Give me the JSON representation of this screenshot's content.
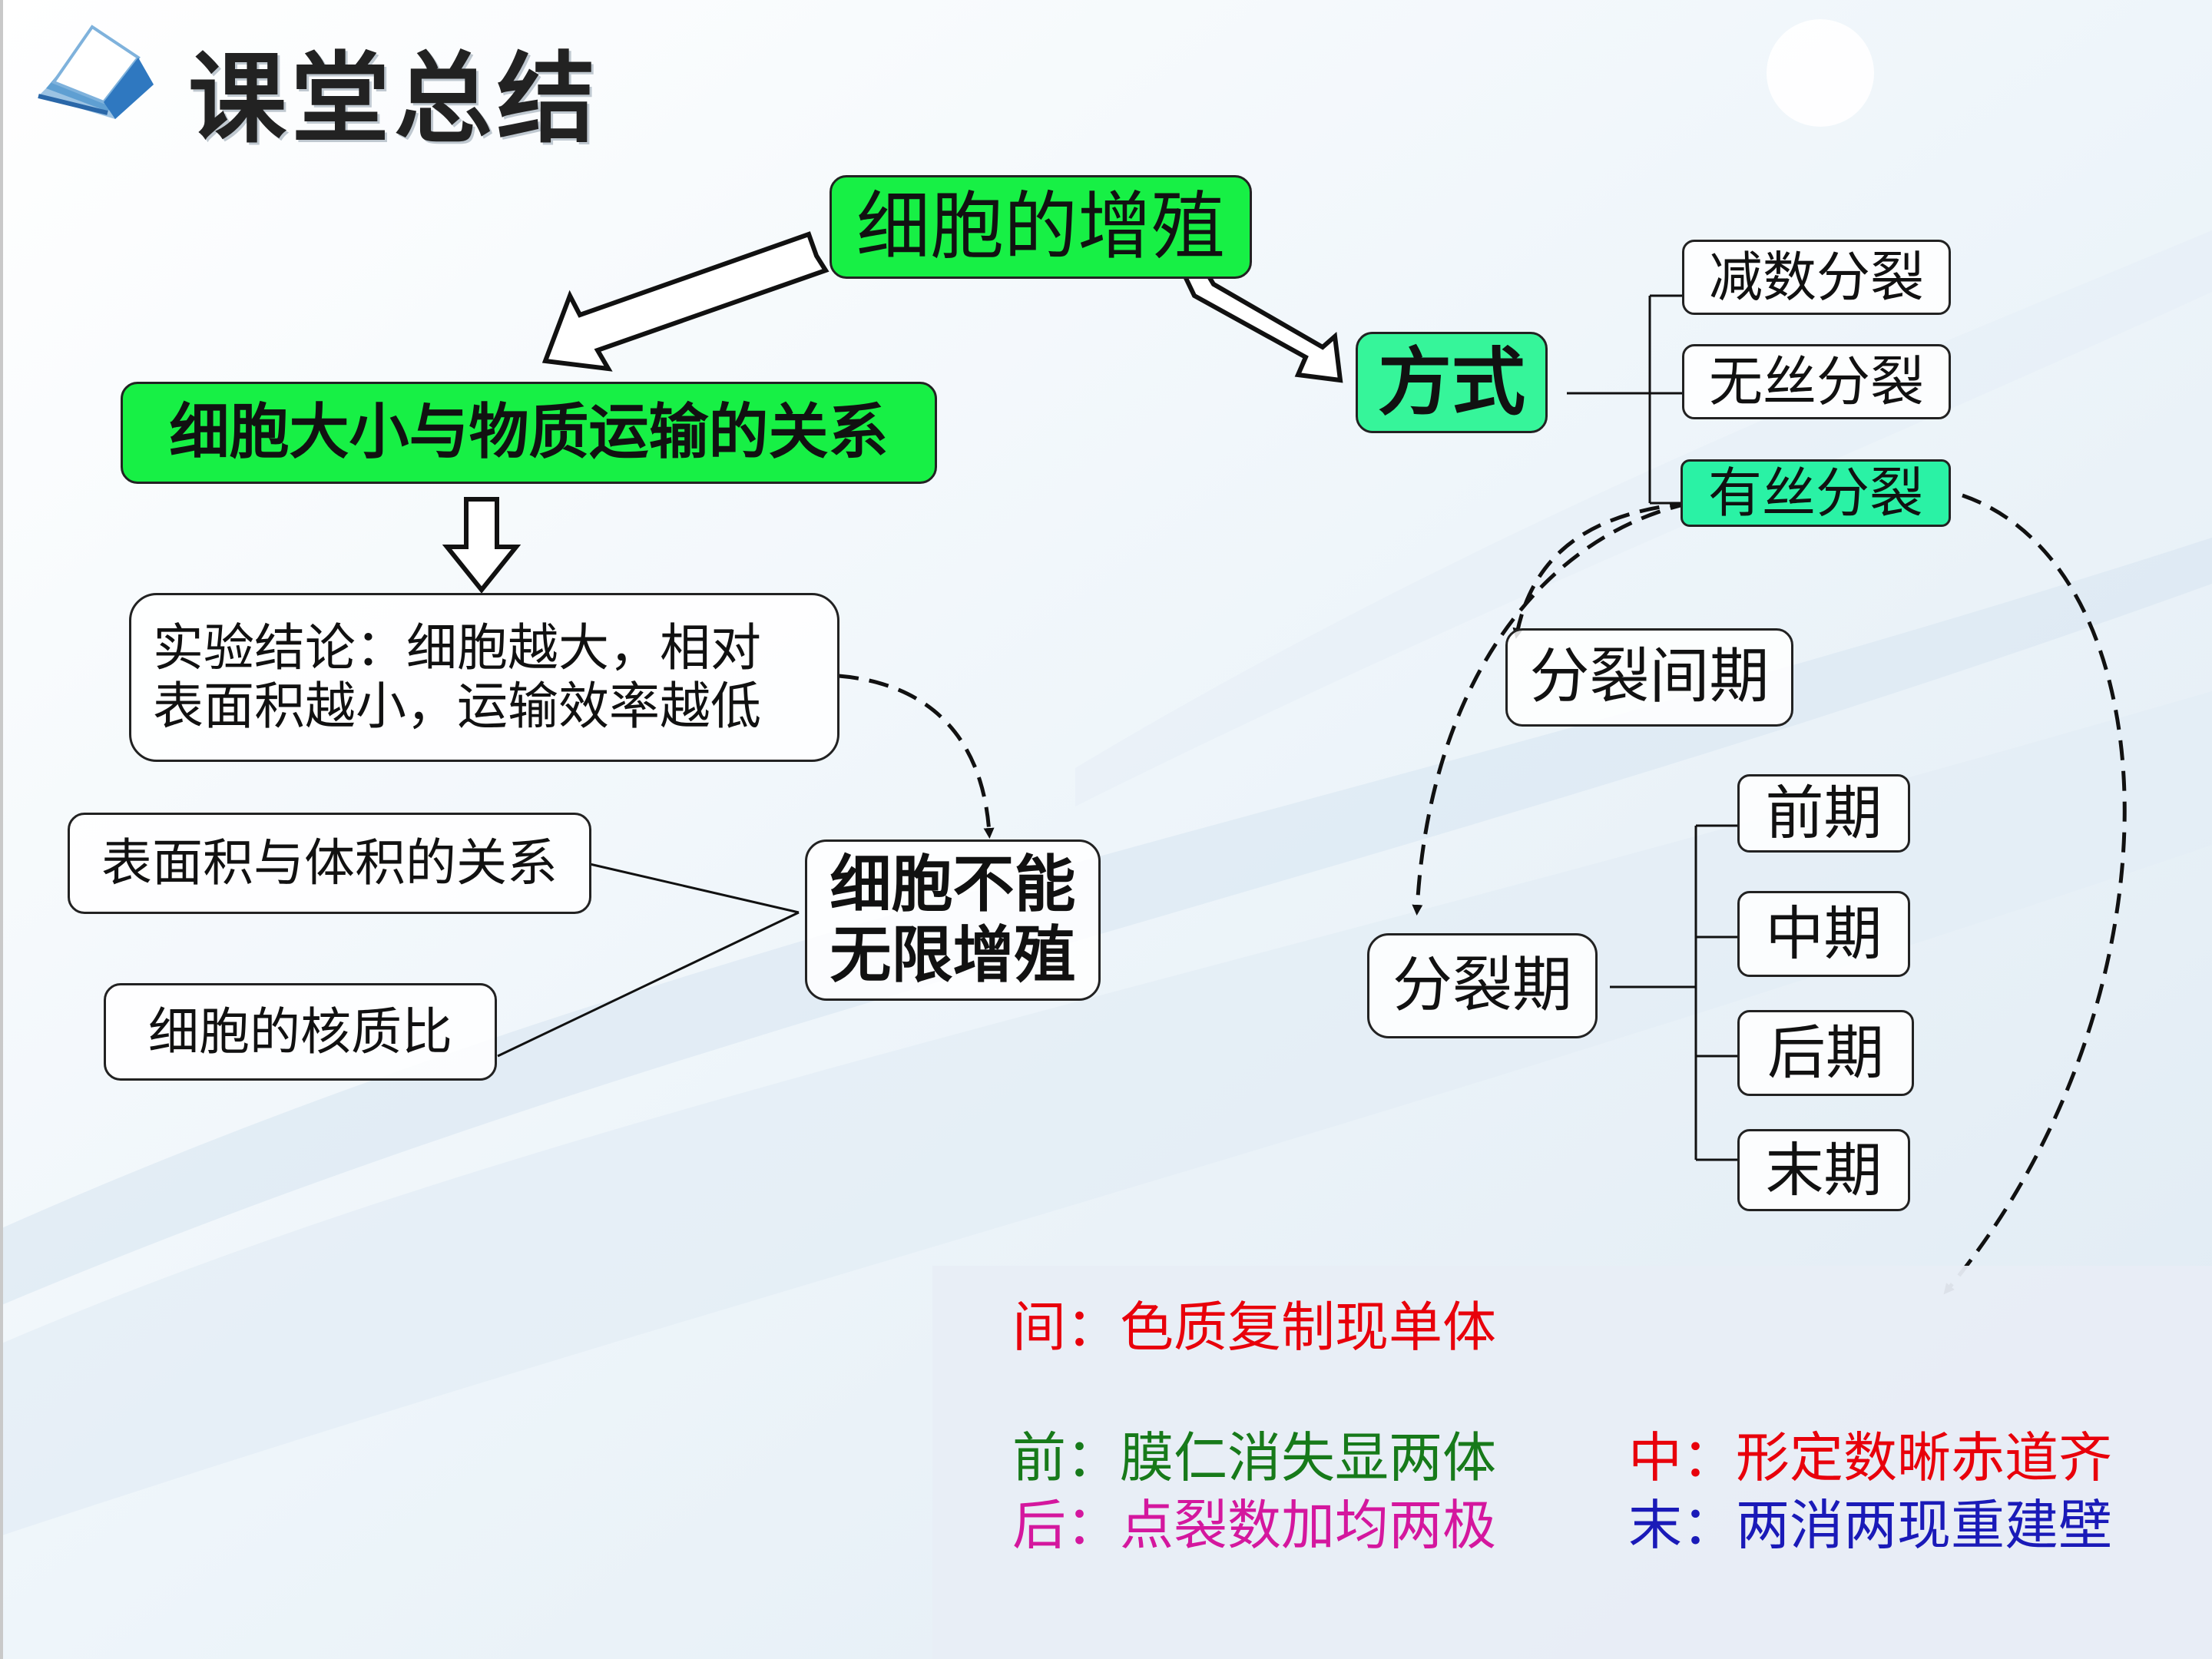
{
  "header": {
    "title": "课堂总结"
  },
  "nodes": {
    "root": "细胞的增殖",
    "relation": "细胞大小与物质运输的关系",
    "method": "方式",
    "meiosis": "减数分裂",
    "amitosis": "无丝分裂",
    "mitosis": "有丝分裂",
    "conclusion_line1": "实验结论：细胞越大，相对",
    "conclusion_line2": "表面积越小，运输效率越低",
    "surface_volume": "表面积与体积的关系",
    "nucleus_ratio": "细胞的核质比",
    "cannot_line1": "细胞不能",
    "cannot_line2": "无限增殖",
    "interphase": "分裂间期",
    "division_phase": "分裂期",
    "prophase": "前期",
    "metaphase": "中期",
    "anaphase": "后期",
    "telophase": "末期"
  },
  "mnemonics": {
    "interphase": "间：色质复制现单体",
    "prophase": "前：膜仁消失显两体",
    "metaphase": "中：形定数晰赤道齐",
    "anaphase": "后：点裂数加均两极",
    "telophase": "末：两消两现重建壁"
  },
  "colors": {
    "interphase": "#e8000b",
    "prophase": "#177a1a",
    "metaphase": "#e8000b",
    "anaphase": "#d4179e",
    "telophase": "#1a1ab8",
    "node_green": "#17f045",
    "node_teal": "#36f59a"
  },
  "icons": {
    "header_logo": "book-icon"
  }
}
